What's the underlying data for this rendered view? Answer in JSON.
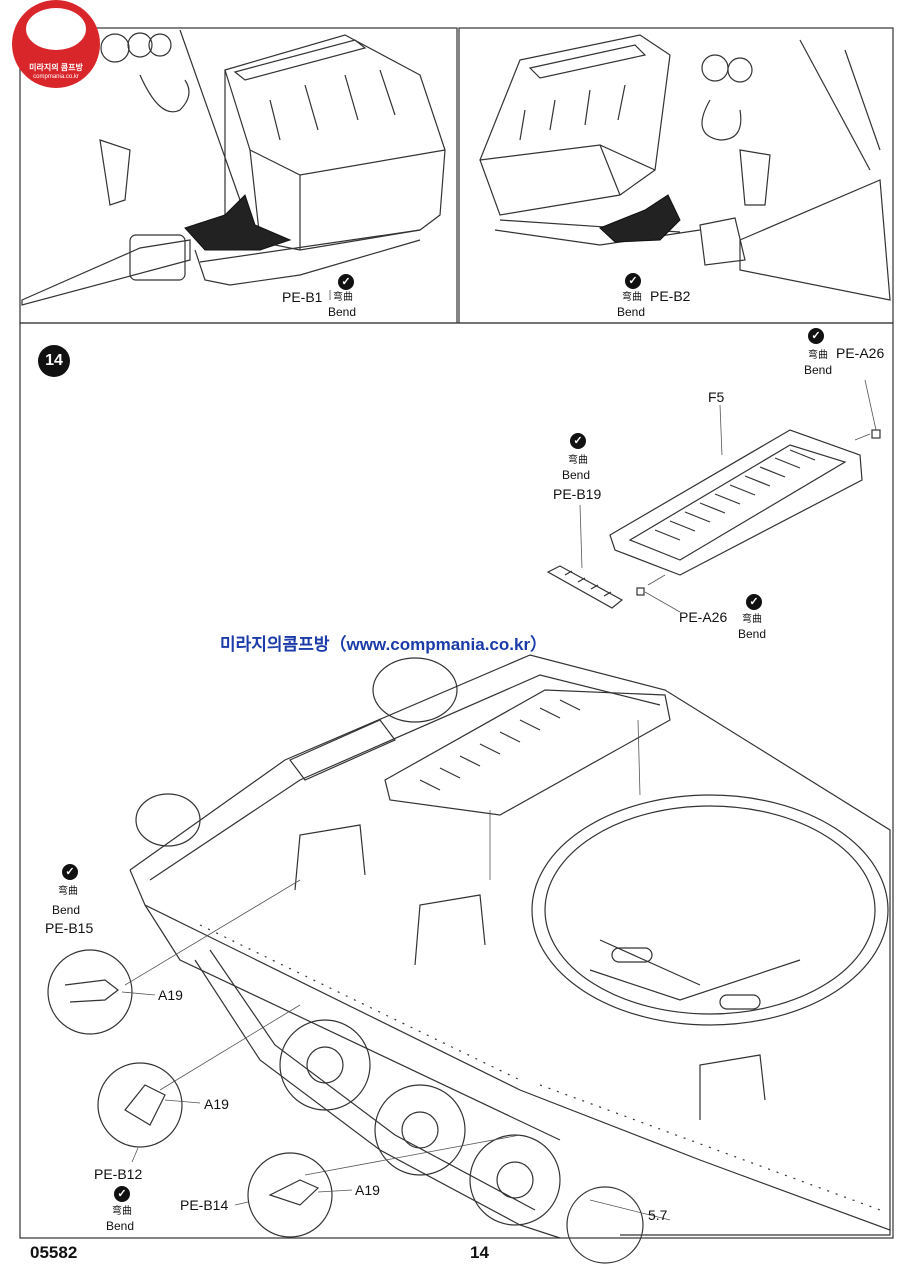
{
  "logo": {
    "text": "미라지의 콤프방",
    "url_text": "compmania.co.kr"
  },
  "top_left_panel": {
    "part": "PE-B1",
    "bend_cn": "弯曲",
    "bend_en": "Bend"
  },
  "top_right_panel": {
    "part": "PE-B2",
    "bend_cn": "弯曲",
    "bend_en": "Bend"
  },
  "step": {
    "number": "14"
  },
  "callouts": {
    "pe_a26_top": {
      "part": "PE-A26",
      "bend_cn": "弯曲",
      "bend_en": "Bend"
    },
    "f5": {
      "part": "F5"
    },
    "pe_b19": {
      "part": "PE-B19",
      "bend_cn": "弯曲",
      "bend_en": "Bend"
    },
    "pe_a26_mid": {
      "part": "PE-A26",
      "bend_cn": "弯曲",
      "bend_en": "Bend"
    },
    "pe_b15": {
      "part": "PE-B15",
      "bend_cn": "弯曲",
      "bend_en": "Bend",
      "sub": "A19"
    },
    "detail2": {
      "sub": "A19"
    },
    "pe_b12": {
      "part": "PE-B12",
      "bend_cn": "弯曲",
      "bend_en": "Bend"
    },
    "pe_b14": {
      "part": "PE-B14",
      "sub": "A19"
    },
    "dimension": "5.7"
  },
  "watermark": "미라지의콤프방（www.compmania.co.kr）",
  "footer": {
    "code": "05582",
    "page": "14"
  }
}
